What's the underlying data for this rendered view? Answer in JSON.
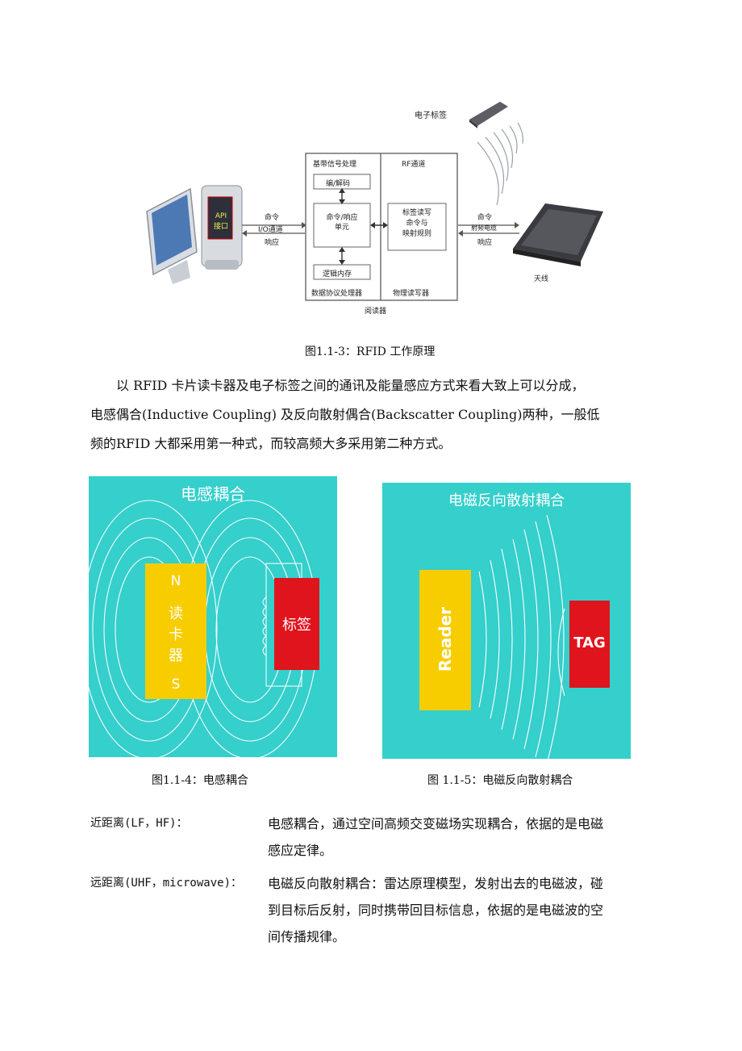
{
  "figure1": {
    "caption": "图1.1-3：RFID 工作原理",
    "labels": {
      "tag": "电子标签",
      "baseband": "基带信号处理",
      "rf": "RF通道",
      "codec": "编/解码",
      "cmd_unit": "命令/响应\n单元",
      "tag_rw": "标签读写\n命令与\n映射规则",
      "logic_mem": "逻辑内存",
      "protocol": "数据协议处理器",
      "physical_rw": "物理读写器",
      "reader": "阅读器",
      "antenna": "天线",
      "cmd_left": "命令",
      "io": "I/O通道",
      "resp_left": "响应",
      "cmd_right": "命令",
      "rf_cable": "射频电缆",
      "resp_right": "响应",
      "api": "API\n接口"
    }
  },
  "paragraph": {
    "l1": "以 RFID 卡片读卡器及电子标签之间的通讯及能量感应方式来看大致上可以分成，",
    "l2": "电感偶合(Inductive Coupling) 及反向散射偶合(Backscatter Coupling)两种，一般低",
    "l3": "频的RFID 大都采用第一种式，而较高频大多采用第二种方式。"
  },
  "figure2": {
    "title": "电感耦合",
    "reader_text": "读卡器",
    "n": "N",
    "s": "S",
    "tag": "标签",
    "caption": "图1.1-4：电感耦合",
    "colors": {
      "bg": "#35cfcc",
      "reader": "#f7cd00",
      "tag": "#e0141c"
    }
  },
  "figure3": {
    "title": "电磁反向散射耦合",
    "reader": "Reader",
    "tag": "TAG",
    "caption": "图 1.1-5：电磁反向散射耦合"
  },
  "definitions": [
    {
      "term": "近距离(LF，HF)：",
      "lines": [
        "电感耦合，通过空间高频交变磁场实现耦合，依据的是电磁",
        "感应定律。"
      ]
    },
    {
      "term": "远距离(UHF，microwave)：",
      "lines": [
        "电磁反向散射耦合：雷达原理模型，发射出去的电磁波，碰",
        "到目标后反射，同时携带回目标信息，依据的是电磁波的空",
        "间传播规律。"
      ]
    }
  ]
}
